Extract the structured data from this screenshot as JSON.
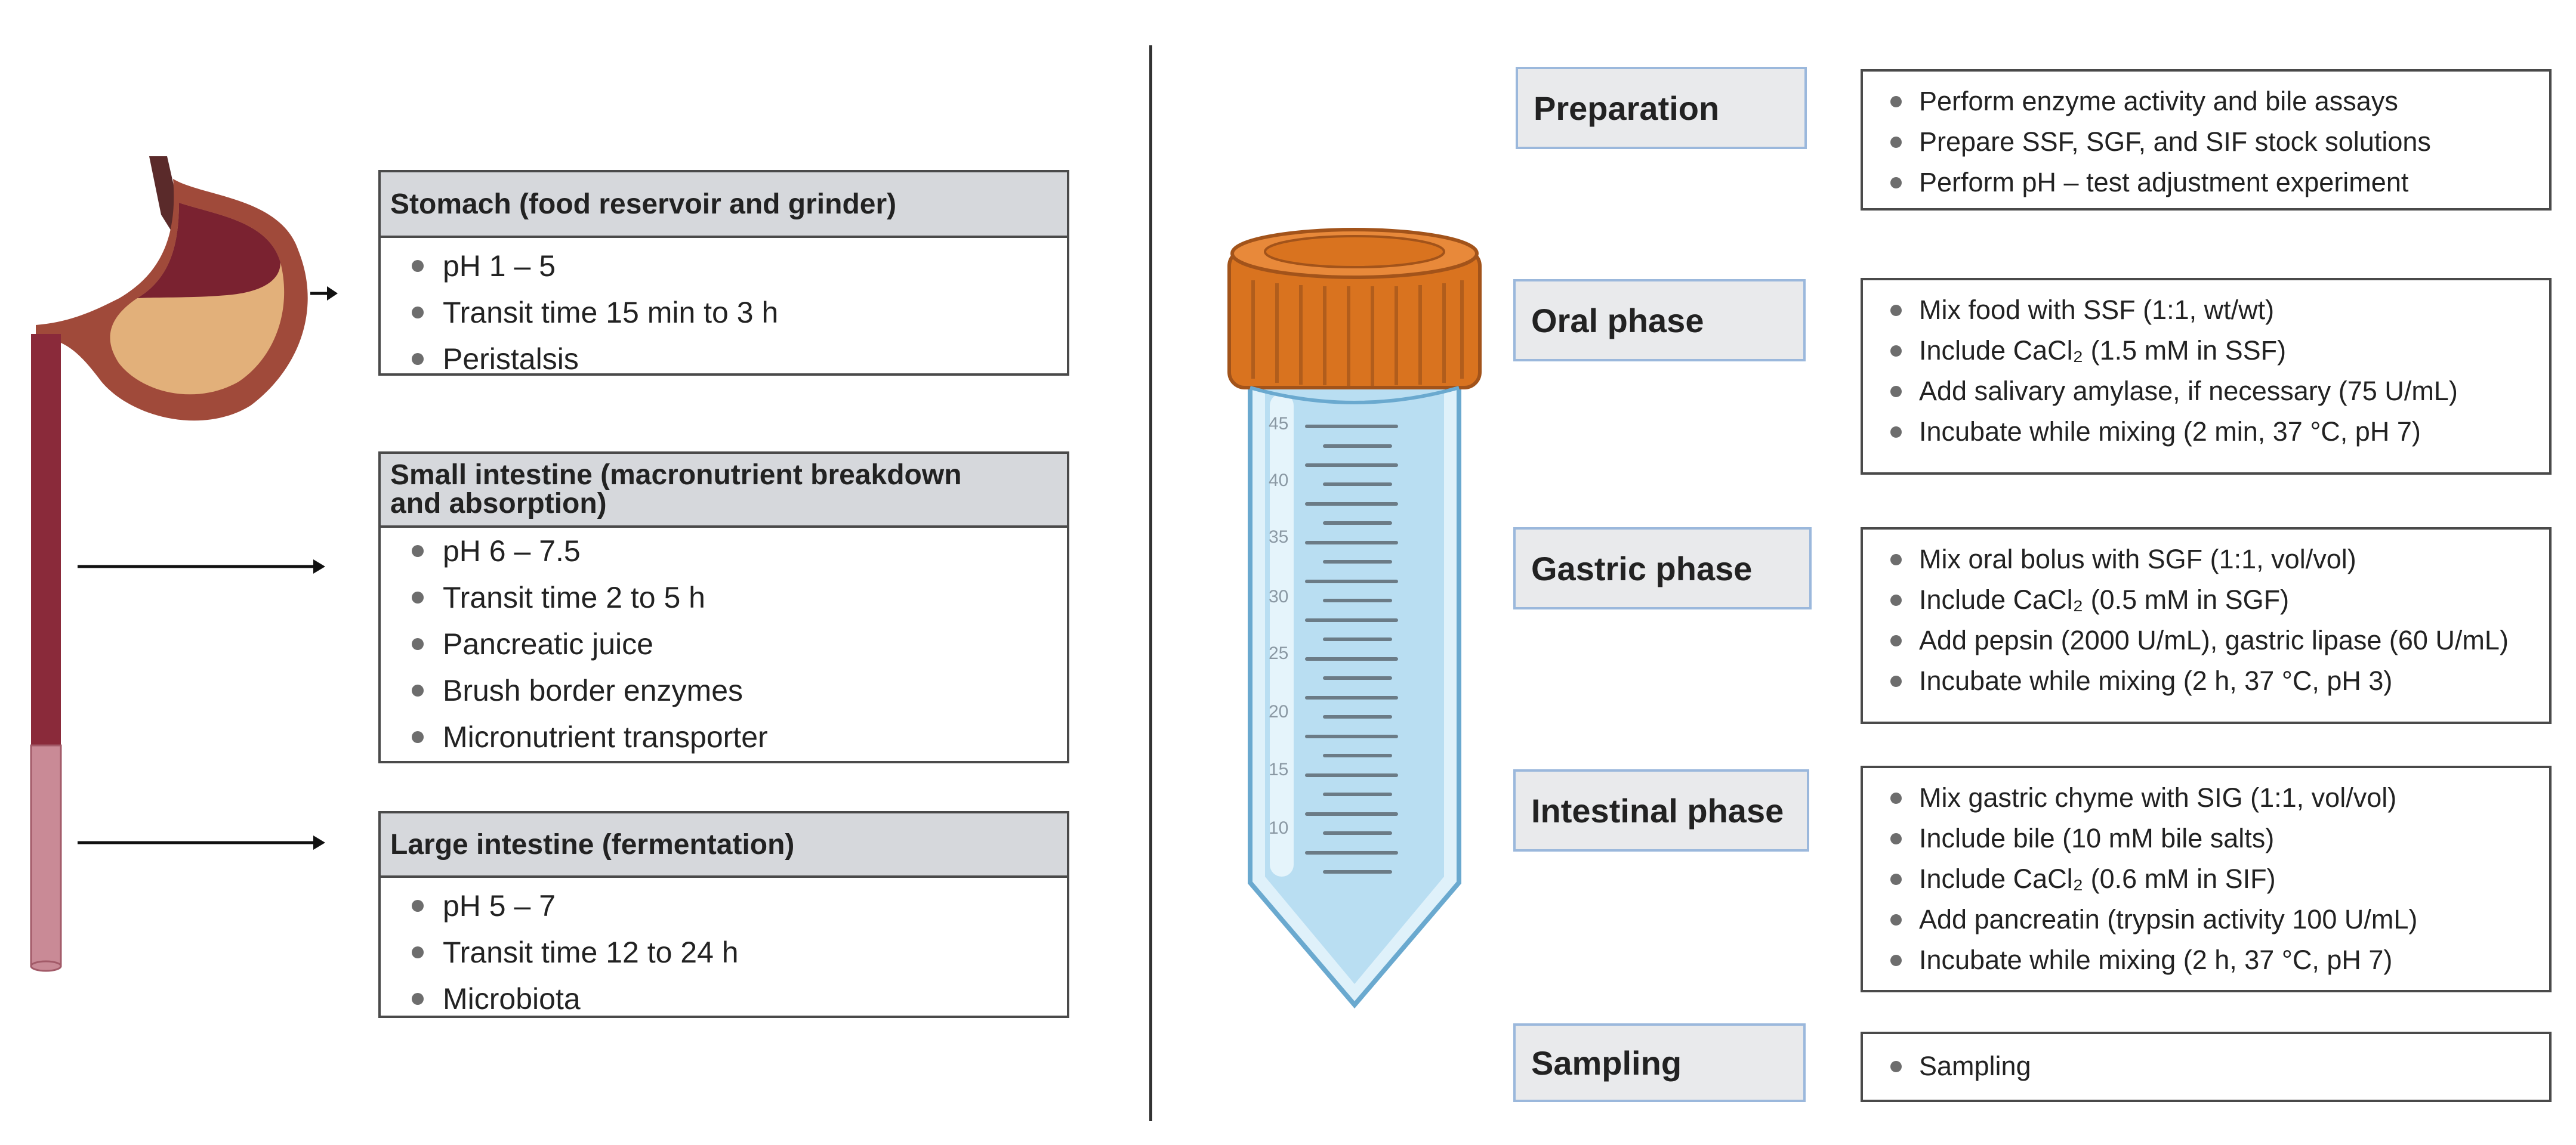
{
  "left": {
    "stomach": {
      "title": "Stomach (food reservoir and grinder)",
      "items": [
        "pH 1 – 5",
        "Transit time 15 min to 3 h",
        "Peristalsis"
      ]
    },
    "small_intestine": {
      "title_line1": "Small intestine (macronutrient breakdown",
      "title_line2": "and absorption)",
      "items": [
        "pH 6 – 7.5",
        "Transit time 2 to 5 h",
        "Pancreatic juice",
        "Brush border enzymes",
        "Micronutrient transporter"
      ]
    },
    "large_intestine": {
      "title": "Large intestine (fermentation)",
      "items": [
        "pH 5 – 7",
        "Transit time 12 to 24 h",
        "Microbiota"
      ]
    }
  },
  "tube": {
    "graduations": [
      "45",
      "40",
      "35",
      "30",
      "25",
      "20",
      "15",
      "10"
    ]
  },
  "phases": [
    {
      "label": "Preparation",
      "items": [
        "Perform enzyme activity and bile assays",
        "Prepare SSF, SGF, and SIF stock solutions",
        "Perform pH – test adjustment experiment"
      ]
    },
    {
      "label": "Oral phase",
      "items": [
        "Mix food with SSF (1:1, wt/wt)",
        "Include CaCl₂ (1.5 mM in SSF)",
        "Add salivary amylase, if necessary (75 U/mL)",
        "Incubate while mixing (2 min, 37 °C, pH 7)"
      ]
    },
    {
      "label": "Gastric phase",
      "items": [
        "Mix oral bolus with SGF (1:1, vol/vol)",
        "Include CaCl₂ (0.5 mM in SGF)",
        "Add pepsin (2000 U/mL), gastric lipase (60 U/mL)",
        "Incubate while mixing (2 h, 37 °C, pH 3)"
      ]
    },
    {
      "label": "Intestinal phase",
      "items": [
        "Mix gastric chyme with SIG (1:1, vol/vol)",
        "Include bile (10 mM bile salts)",
        "Include CaCl₂ (0.6 mM in SIF)",
        "Add pancreatin (trypsin activity 100 U/mL)",
        "Incubate while mixing (2 h, 37 °C, pH 7)"
      ]
    },
    {
      "label": "Sampling",
      "items": [
        "Sampling"
      ]
    }
  ],
  "colors": {
    "cap": "#d9731f",
    "liquid": "#b9def2",
    "gut_dark": "#8a2a3a",
    "gut_light": "#c98a96"
  }
}
